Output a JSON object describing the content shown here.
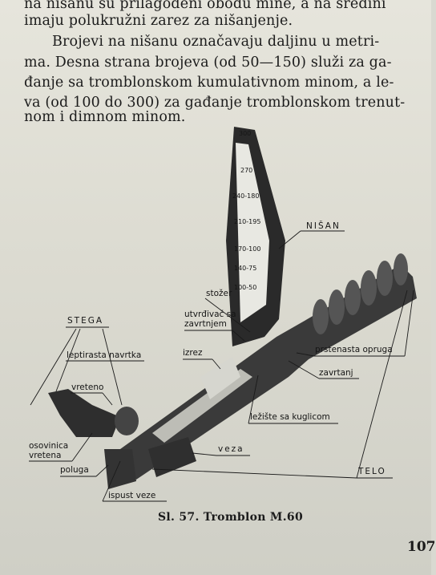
{
  "text_lines": [
    "na nišanu su prilagođeni obodu mine, a na sredini",
    "imaju polukružni zarez za nišanjenje.",
    "Brojevi na nišanu označavaju daljinu u metri-",
    "ma. Desna strana brojeva (od 50—150) služi za ga-",
    "đanje sa tromblonskom kumulativnom minom, a le-",
    "va (od 100 do 300) za gađanje tromblonskom trenut-",
    "nom i dimnom minom."
  ],
  "scale_marks": [
    "300",
    "270",
    "240-180",
    "210-195",
    "170-100",
    "140-75",
    "100-50"
  ],
  "labels": {
    "nisan": "NIŠAN",
    "stozer": "stožer",
    "utvrdivac": "utvrđivač sa",
    "utvrdivac2": "zavrtnjem",
    "stega": "STEGA",
    "leptirasta": "leptirasta navrtka",
    "izrez": "izrez",
    "vreteno": "vreteno",
    "prstenasta": "prstenasta opruga",
    "zavrtanj": "zavrtanj",
    "leziste": "ležište sa kuglicom",
    "osovinica": "osovinica",
    "osovinica2": "vretena",
    "poluga": "poluga",
    "veza": "veza",
    "telo": "TELO",
    "ispust": "ispust veze"
  },
  "caption": "Sl. 57. Tromblon M.60",
  "page_number": "107"
}
